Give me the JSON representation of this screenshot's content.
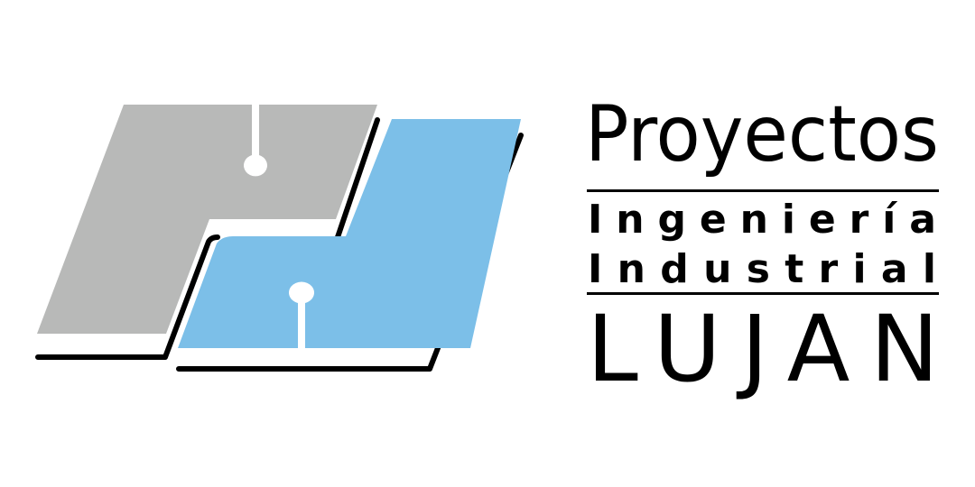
{
  "logo": {
    "title": "Proyectos",
    "line1": "Ingeniería",
    "line2": "Industrial",
    "name": "LUJAN",
    "colors": {
      "gray_block": "#b8b9b8",
      "blue_block": "#7cbfe8",
      "shadow": "#000000",
      "text": "#000000"
    }
  }
}
